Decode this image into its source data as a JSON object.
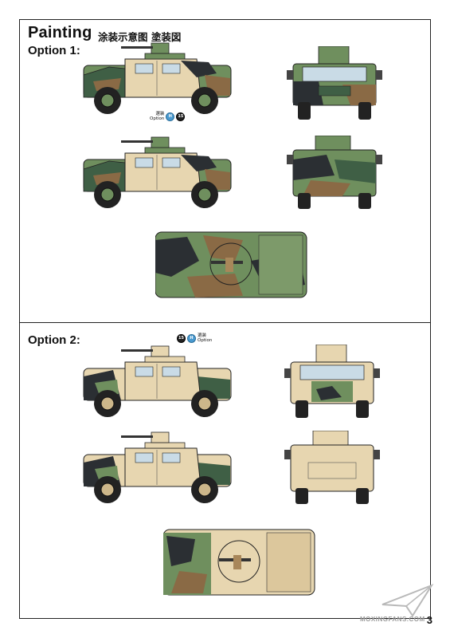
{
  "header": {
    "title": "Painting",
    "subtitle": "涂装示意图 塗装図"
  },
  "options": [
    {
      "label": "Option 1:",
      "scheme": "woodland"
    },
    {
      "label": "Option 2:",
      "scheme": "tan"
    }
  ],
  "notes": {
    "option1": {
      "line1": "選装",
      "line2": "Option",
      "badge_a": "H",
      "badge_b": "15"
    },
    "option2": {
      "line1": "選装",
      "line2": "Option",
      "badge_a": "15",
      "badge_b": "H"
    }
  },
  "colors": {
    "tan": "#e7d6b0",
    "green": "#6f8f5e",
    "brown": "#8a6a45",
    "black": "#2b2f33",
    "dark_green": "#3f5f45"
  },
  "page_number": "3",
  "watermark": "MOXINGFANS.COM"
}
